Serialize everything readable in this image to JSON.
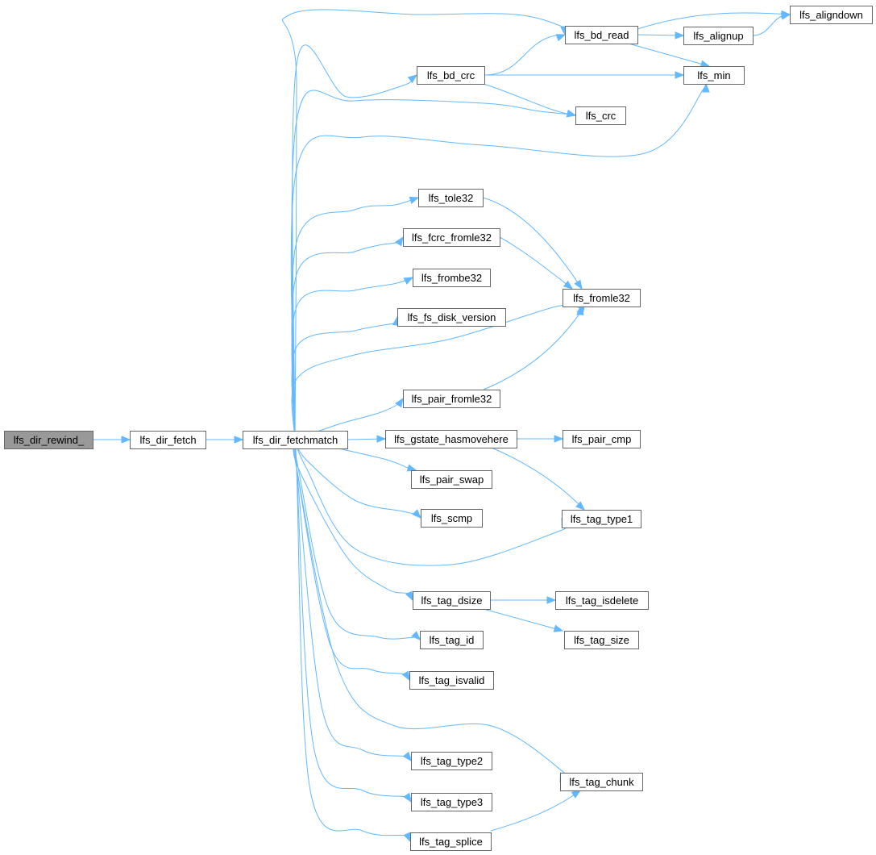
{
  "diagram": {
    "kind": "call-graph",
    "colors": {
      "edge": "#63b8ff",
      "node_border": "#666666",
      "root_fill": "#999999",
      "node_fill": "#ffffff"
    },
    "nodes": [
      {
        "id": "rewind",
        "label": "lfs_dir_rewind_",
        "root": true
      },
      {
        "id": "fetch",
        "label": "lfs_dir_fetch"
      },
      {
        "id": "fetchmatch",
        "label": "lfs_dir_fetchmatch"
      },
      {
        "id": "bd_crc",
        "label": "lfs_bd_crc"
      },
      {
        "id": "bd_read",
        "label": "lfs_bd_read"
      },
      {
        "id": "aligndown",
        "label": "lfs_aligndown"
      },
      {
        "id": "alignup",
        "label": "lfs_alignup"
      },
      {
        "id": "min",
        "label": "lfs_min"
      },
      {
        "id": "crc",
        "label": "lfs_crc"
      },
      {
        "id": "tole32",
        "label": "lfs_tole32"
      },
      {
        "id": "fcrc_fromle32",
        "label": "lfs_fcrc_fromle32"
      },
      {
        "id": "frombe32",
        "label": "lfs_frombe32"
      },
      {
        "id": "fromle32",
        "label": "lfs_fromle32"
      },
      {
        "id": "fs_disk_version",
        "label": "lfs_fs_disk_version"
      },
      {
        "id": "pair_fromle32",
        "label": "lfs_pair_fromle32"
      },
      {
        "id": "gstate_hasmovehere",
        "label": "lfs_gstate_hasmovehere"
      },
      {
        "id": "pair_cmp",
        "label": "lfs_pair_cmp"
      },
      {
        "id": "pair_swap",
        "label": "lfs_pair_swap"
      },
      {
        "id": "scmp",
        "label": "lfs_scmp"
      },
      {
        "id": "tag_type1",
        "label": "lfs_tag_type1"
      },
      {
        "id": "tag_dsize",
        "label": "lfs_tag_dsize"
      },
      {
        "id": "tag_isdelete",
        "label": "lfs_tag_isdelete"
      },
      {
        "id": "tag_size",
        "label": "lfs_tag_size"
      },
      {
        "id": "tag_id",
        "label": "lfs_tag_id"
      },
      {
        "id": "tag_isvalid",
        "label": "lfs_tag_isvalid"
      },
      {
        "id": "tag_type2",
        "label": "lfs_tag_type2"
      },
      {
        "id": "tag_chunk",
        "label": "lfs_tag_chunk"
      },
      {
        "id": "tag_type3",
        "label": "lfs_tag_type3"
      },
      {
        "id": "tag_splice",
        "label": "lfs_tag_splice"
      }
    ],
    "edges": [
      [
        "rewind",
        "fetch"
      ],
      [
        "fetch",
        "fetchmatch"
      ],
      [
        "fetchmatch",
        "bd_crc"
      ],
      [
        "fetchmatch",
        "bd_read"
      ],
      [
        "fetchmatch",
        "crc"
      ],
      [
        "fetchmatch",
        "min"
      ],
      [
        "fetchmatch",
        "tole32"
      ],
      [
        "fetchmatch",
        "fcrc_fromle32"
      ],
      [
        "fetchmatch",
        "frombe32"
      ],
      [
        "fetchmatch",
        "fs_disk_version"
      ],
      [
        "fetchmatch",
        "fromle32"
      ],
      [
        "fetchmatch",
        "pair_fromle32"
      ],
      [
        "fetchmatch",
        "gstate_hasmovehere"
      ],
      [
        "fetchmatch",
        "pair_swap"
      ],
      [
        "fetchmatch",
        "scmp"
      ],
      [
        "fetchmatch",
        "tag_type1"
      ],
      [
        "fetchmatch",
        "tag_dsize"
      ],
      [
        "fetchmatch",
        "tag_id"
      ],
      [
        "fetchmatch",
        "tag_isvalid"
      ],
      [
        "fetchmatch",
        "tag_chunk"
      ],
      [
        "fetchmatch",
        "tag_type2"
      ],
      [
        "fetchmatch",
        "tag_type3"
      ],
      [
        "fetchmatch",
        "tag_splice"
      ],
      [
        "bd_crc",
        "bd_read"
      ],
      [
        "bd_crc",
        "min"
      ],
      [
        "bd_crc",
        "crc"
      ],
      [
        "bd_read",
        "aligndown"
      ],
      [
        "bd_read",
        "alignup"
      ],
      [
        "bd_read",
        "min"
      ],
      [
        "alignup",
        "aligndown"
      ],
      [
        "tole32",
        "fromle32"
      ],
      [
        "fcrc_fromle32",
        "fromle32"
      ],
      [
        "pair_fromle32",
        "fromle32"
      ],
      [
        "gstate_hasmovehere",
        "pair_cmp"
      ],
      [
        "gstate_hasmovehere",
        "tag_type1"
      ],
      [
        "tag_dsize",
        "tag_isdelete"
      ],
      [
        "tag_dsize",
        "tag_size"
      ],
      [
        "tag_splice",
        "tag_chunk"
      ]
    ]
  }
}
